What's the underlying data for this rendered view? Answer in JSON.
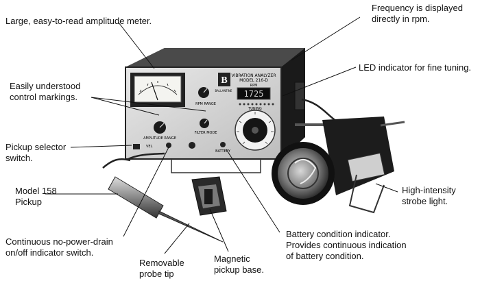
{
  "device": {
    "brand_mark": "B",
    "panel_title": "VIBRATION ANALYZER",
    "model": "MODEL 216-D",
    "rpm_label": "RPM",
    "display_value": "1725",
    "tuning_label": "TUNING",
    "rpm_range_label": "RPM RANGE",
    "amplitude_range_label": "AMPLITUDE RANGE",
    "filter_mode_label": "FILTER MODE",
    "battery_label": "BATTERY",
    "vel_label": "VEL",
    "manufacturer": "BALLANTINE"
  },
  "callouts": {
    "amplitude_meter": "Large, easy-to-read amplitude meter.",
    "frequency": "Frequency is displayed\ndirectly in rpm.",
    "led": "LED indicator for fine tuning.",
    "controls": "Easily understood\ncontrol markings.",
    "pickup_selector": "Pickup selector\nswitch.",
    "model_158": "Model 158\nPickup",
    "strobe": "High-intensity\nstrobe light.",
    "onoff": "Continuous no-power-drain\non/off indicator switch.",
    "probe_tip": "Removable\nprobe tip",
    "magnetic_base": "Magnetic\npickup base.",
    "battery": "Battery condition indicator.\nProvides continuous indication\nof battery condition."
  }
}
